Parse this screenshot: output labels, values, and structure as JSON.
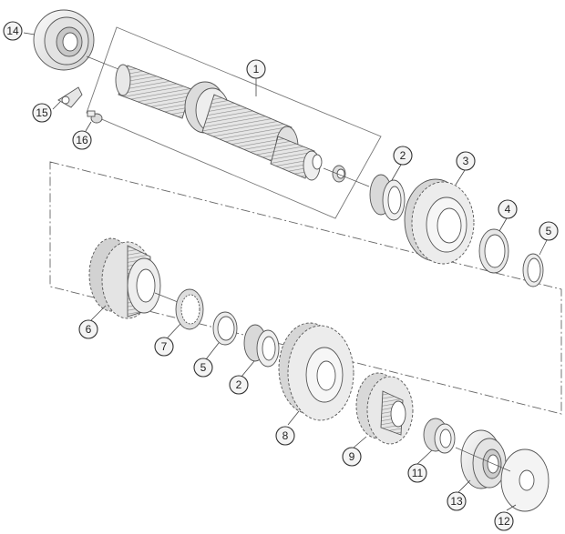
{
  "diagram": {
    "callouts": [
      "1",
      "2",
      "3",
      "4",
      "5",
      "6",
      "7",
      "5",
      "2",
      "8",
      "9",
      "11",
      "13",
      "12",
      "14",
      "15",
      "16"
    ],
    "colors": {
      "part_fill": "#eeeeee",
      "part_shade": "#d4d4d4",
      "part_dark": "#b8b8b8",
      "outline": "#555555",
      "callout_fill": "#f4f4f4"
    }
  }
}
